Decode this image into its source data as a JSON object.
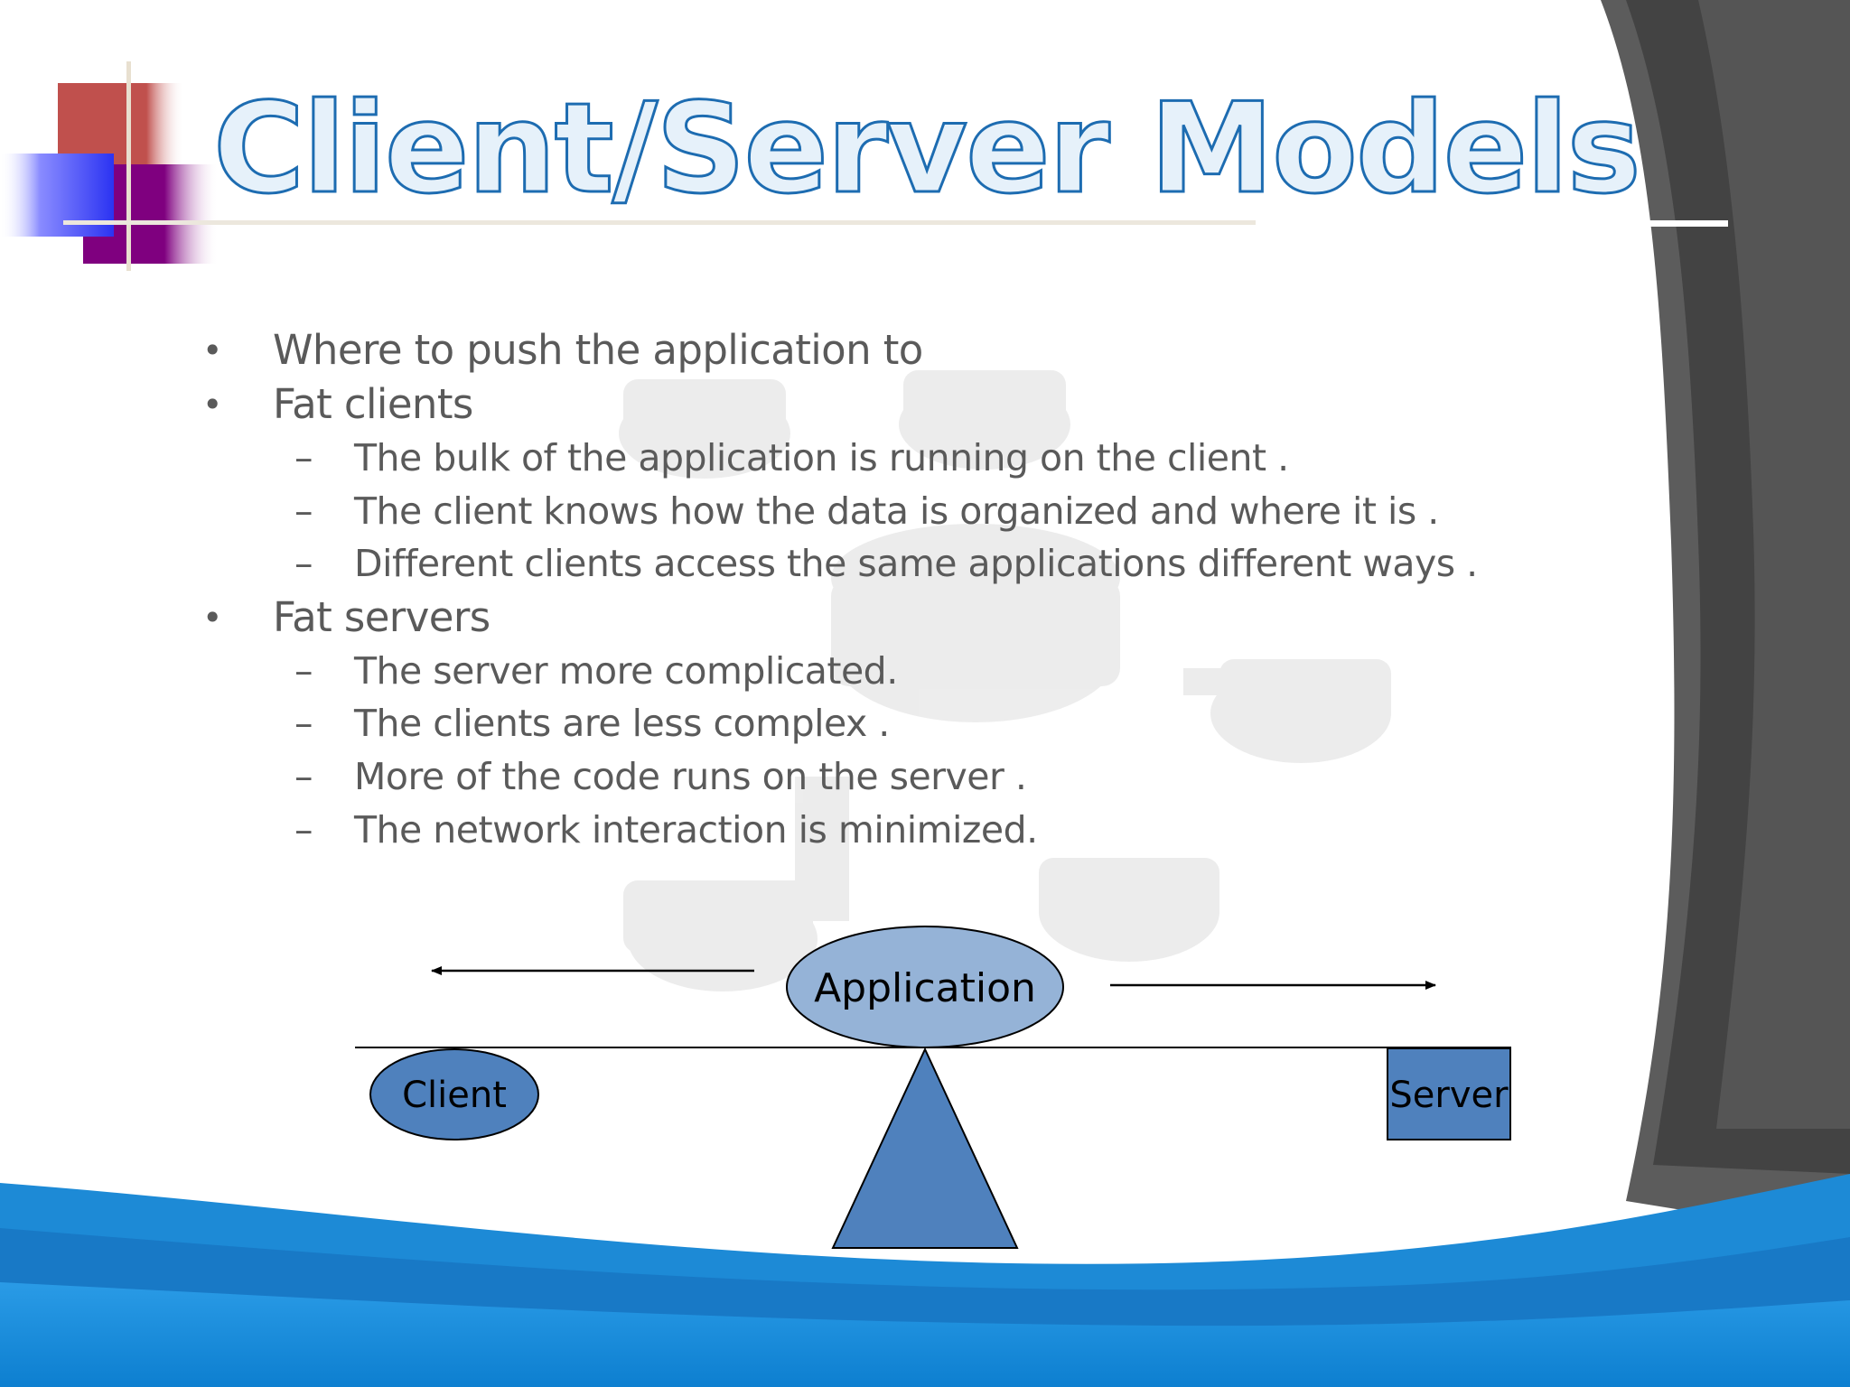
{
  "slide": {
    "title": "Client/Server Models",
    "bullets": [
      {
        "level": 1,
        "marker": "•",
        "text": "Where to push the application to"
      },
      {
        "level": 1,
        "marker": "•",
        "text": "Fat clients"
      },
      {
        "level": 2,
        "marker": "–",
        "text": "The bulk of the application is running on the client ."
      },
      {
        "level": 2,
        "marker": "–",
        "text": "The client knows how the data is organized and where it is ."
      },
      {
        "level": 2,
        "marker": "–",
        "text": "Different clients access the same applications different ways ."
      },
      {
        "level": 1,
        "marker": "•",
        "text": "Fat servers"
      },
      {
        "level": 2,
        "marker": "–",
        "text": "The server more complicated."
      },
      {
        "level": 2,
        "marker": "–",
        "text": "The clients are less complex ."
      },
      {
        "level": 2,
        "marker": "–",
        "text": "More of the code runs on the server ."
      },
      {
        "level": 2,
        "marker": "–",
        "text": "The network interaction is minimized."
      }
    ]
  },
  "diagram": {
    "application_label": "Application",
    "client_label": "Client",
    "server_label": "Server"
  },
  "colors": {
    "title_outline": "#1d6cb1",
    "bullet_text": "#5a5a5a",
    "shape_fill": "#4f81bd",
    "application_fill": "#95b3d7",
    "wave_blue": "#1b8fdc",
    "right_panel_gray": "#4d4d4d"
  }
}
